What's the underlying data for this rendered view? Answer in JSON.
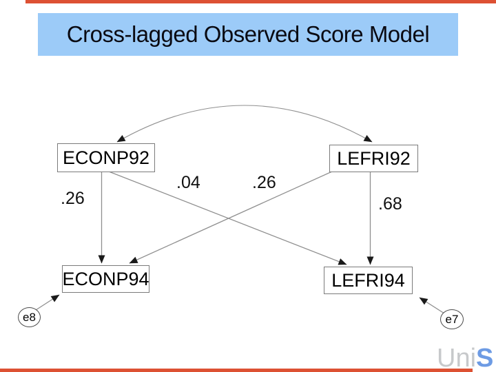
{
  "slide": {
    "title": "Cross-lagged Observed Score Model"
  },
  "theme": {
    "title_bg": "#9CCBF8",
    "title_text": "#0A0A12",
    "accent_bar": "#DD5133",
    "line_color": "#8F8F8F",
    "arrow_color": "#1A1A1A",
    "logo_uni_color": "#C7C9CB",
    "logo_s_color": "#6D9BE4"
  },
  "diagram": {
    "type": "cross-lagged observed score path model",
    "observed_nodes": [
      {
        "label": "ECONP92"
      },
      {
        "label": "LEFRI92"
      },
      {
        "label": "ECONP94"
      },
      {
        "label": "LEFRI94"
      }
    ],
    "error_nodes": [
      {
        "label": "e8",
        "attaches_to": "ECONP94"
      },
      {
        "label": "e7",
        "attaches_to": "LEFRI94"
      }
    ],
    "paths": [
      {
        "from": "ECONP92",
        "to": "ECONP94",
        "coefficient": ".26"
      },
      {
        "from": "ECONP92",
        "to": "LEFRI94",
        "coefficient": ".04"
      },
      {
        "from": "LEFRI92",
        "to": "ECONP94",
        "coefficient": ".26"
      },
      {
        "from": "LEFRI92",
        "to": "LEFRI94",
        "coefficient": ".68"
      }
    ],
    "covariance": {
      "between": [
        "ECONP92",
        "LEFRI92"
      ]
    }
  },
  "logo": {
    "uni": "Uni",
    "s": "S"
  }
}
